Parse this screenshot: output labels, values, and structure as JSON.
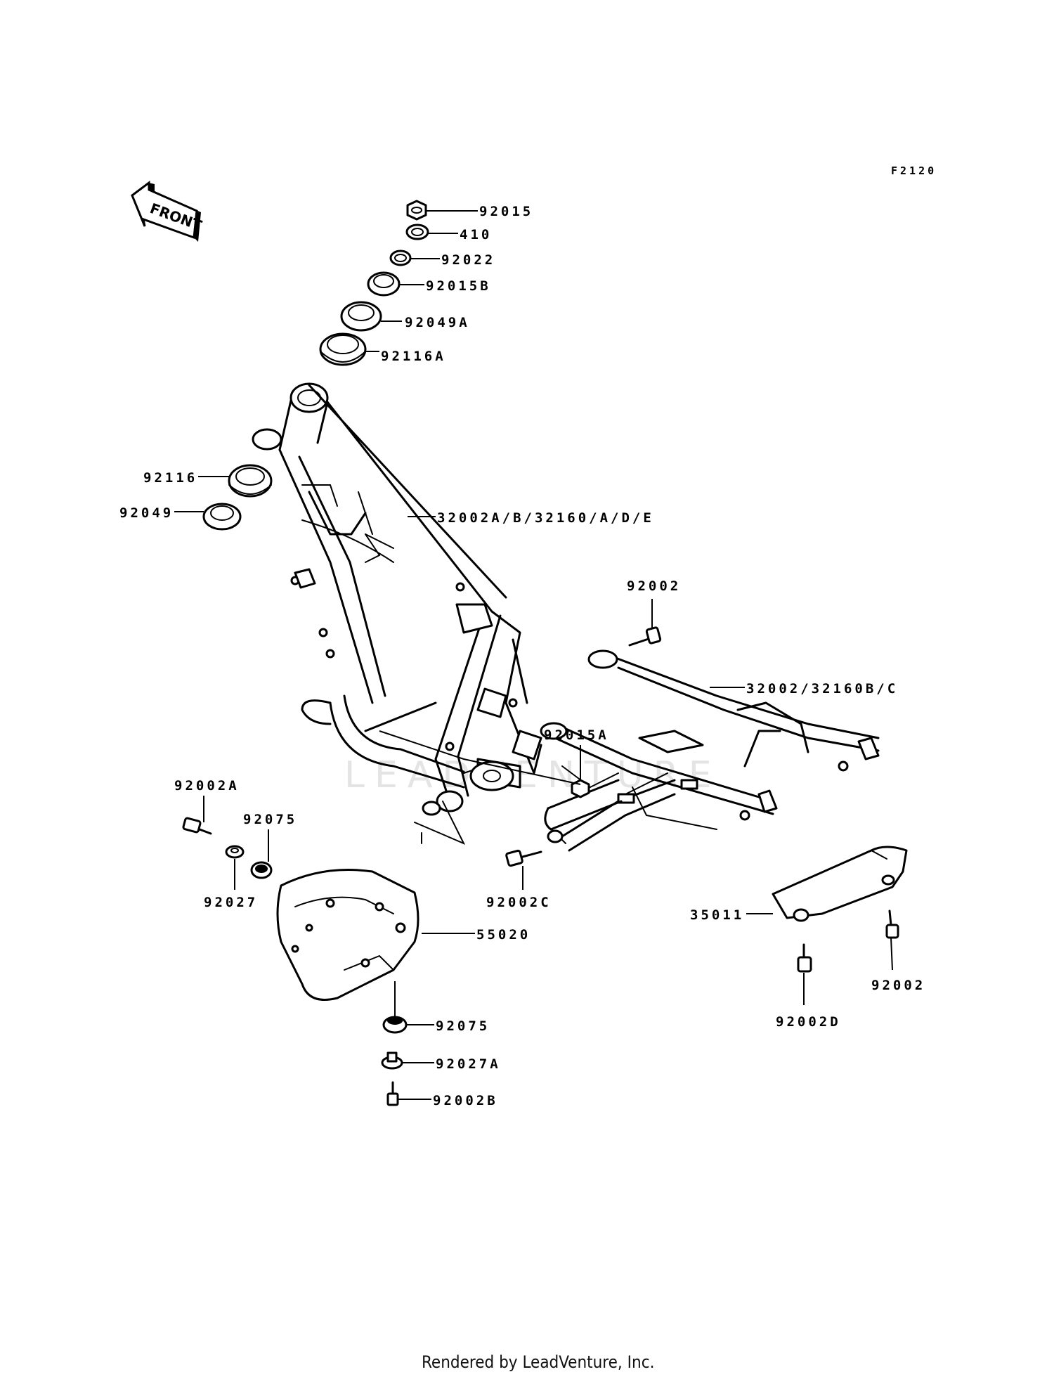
{
  "diagram_code": "F2120",
  "front_arrow_label": "FRONT",
  "watermark": "LEADVENTURE",
  "footer": "Rendered by LeadVenture, Inc.",
  "parts": [
    {
      "id": "p92015",
      "label": "92015"
    },
    {
      "id": "p410",
      "label": "410"
    },
    {
      "id": "p92022",
      "label": "92022"
    },
    {
      "id": "p92015B",
      "label": "92015B"
    },
    {
      "id": "p92049A",
      "label": "92049A"
    },
    {
      "id": "p92116A",
      "label": "92116A"
    },
    {
      "id": "p92116",
      "label": "92116"
    },
    {
      "id": "p92049",
      "label": "92049"
    },
    {
      "id": "p32002A",
      "label": "32002A/B/32160/A/D/E"
    },
    {
      "id": "p92002top",
      "label": "92002"
    },
    {
      "id": "p32002",
      "label": "32002/32160B/C"
    },
    {
      "id": "p92015A",
      "label": "92015A"
    },
    {
      "id": "p92002A",
      "label": "92002A"
    },
    {
      "id": "p92075top",
      "label": "92075"
    },
    {
      "id": "p92027",
      "label": "92027"
    },
    {
      "id": "p92002C",
      "label": "92002C"
    },
    {
      "id": "p35011",
      "label": "35011"
    },
    {
      "id": "p55020",
      "label": "55020"
    },
    {
      "id": "p92002right",
      "label": "92002"
    },
    {
      "id": "p92002D",
      "label": "92002D"
    },
    {
      "id": "p92075bot",
      "label": "92075"
    },
    {
      "id": "p92027A",
      "label": "92027A"
    },
    {
      "id": "p92002B",
      "label": "92002B"
    }
  ]
}
